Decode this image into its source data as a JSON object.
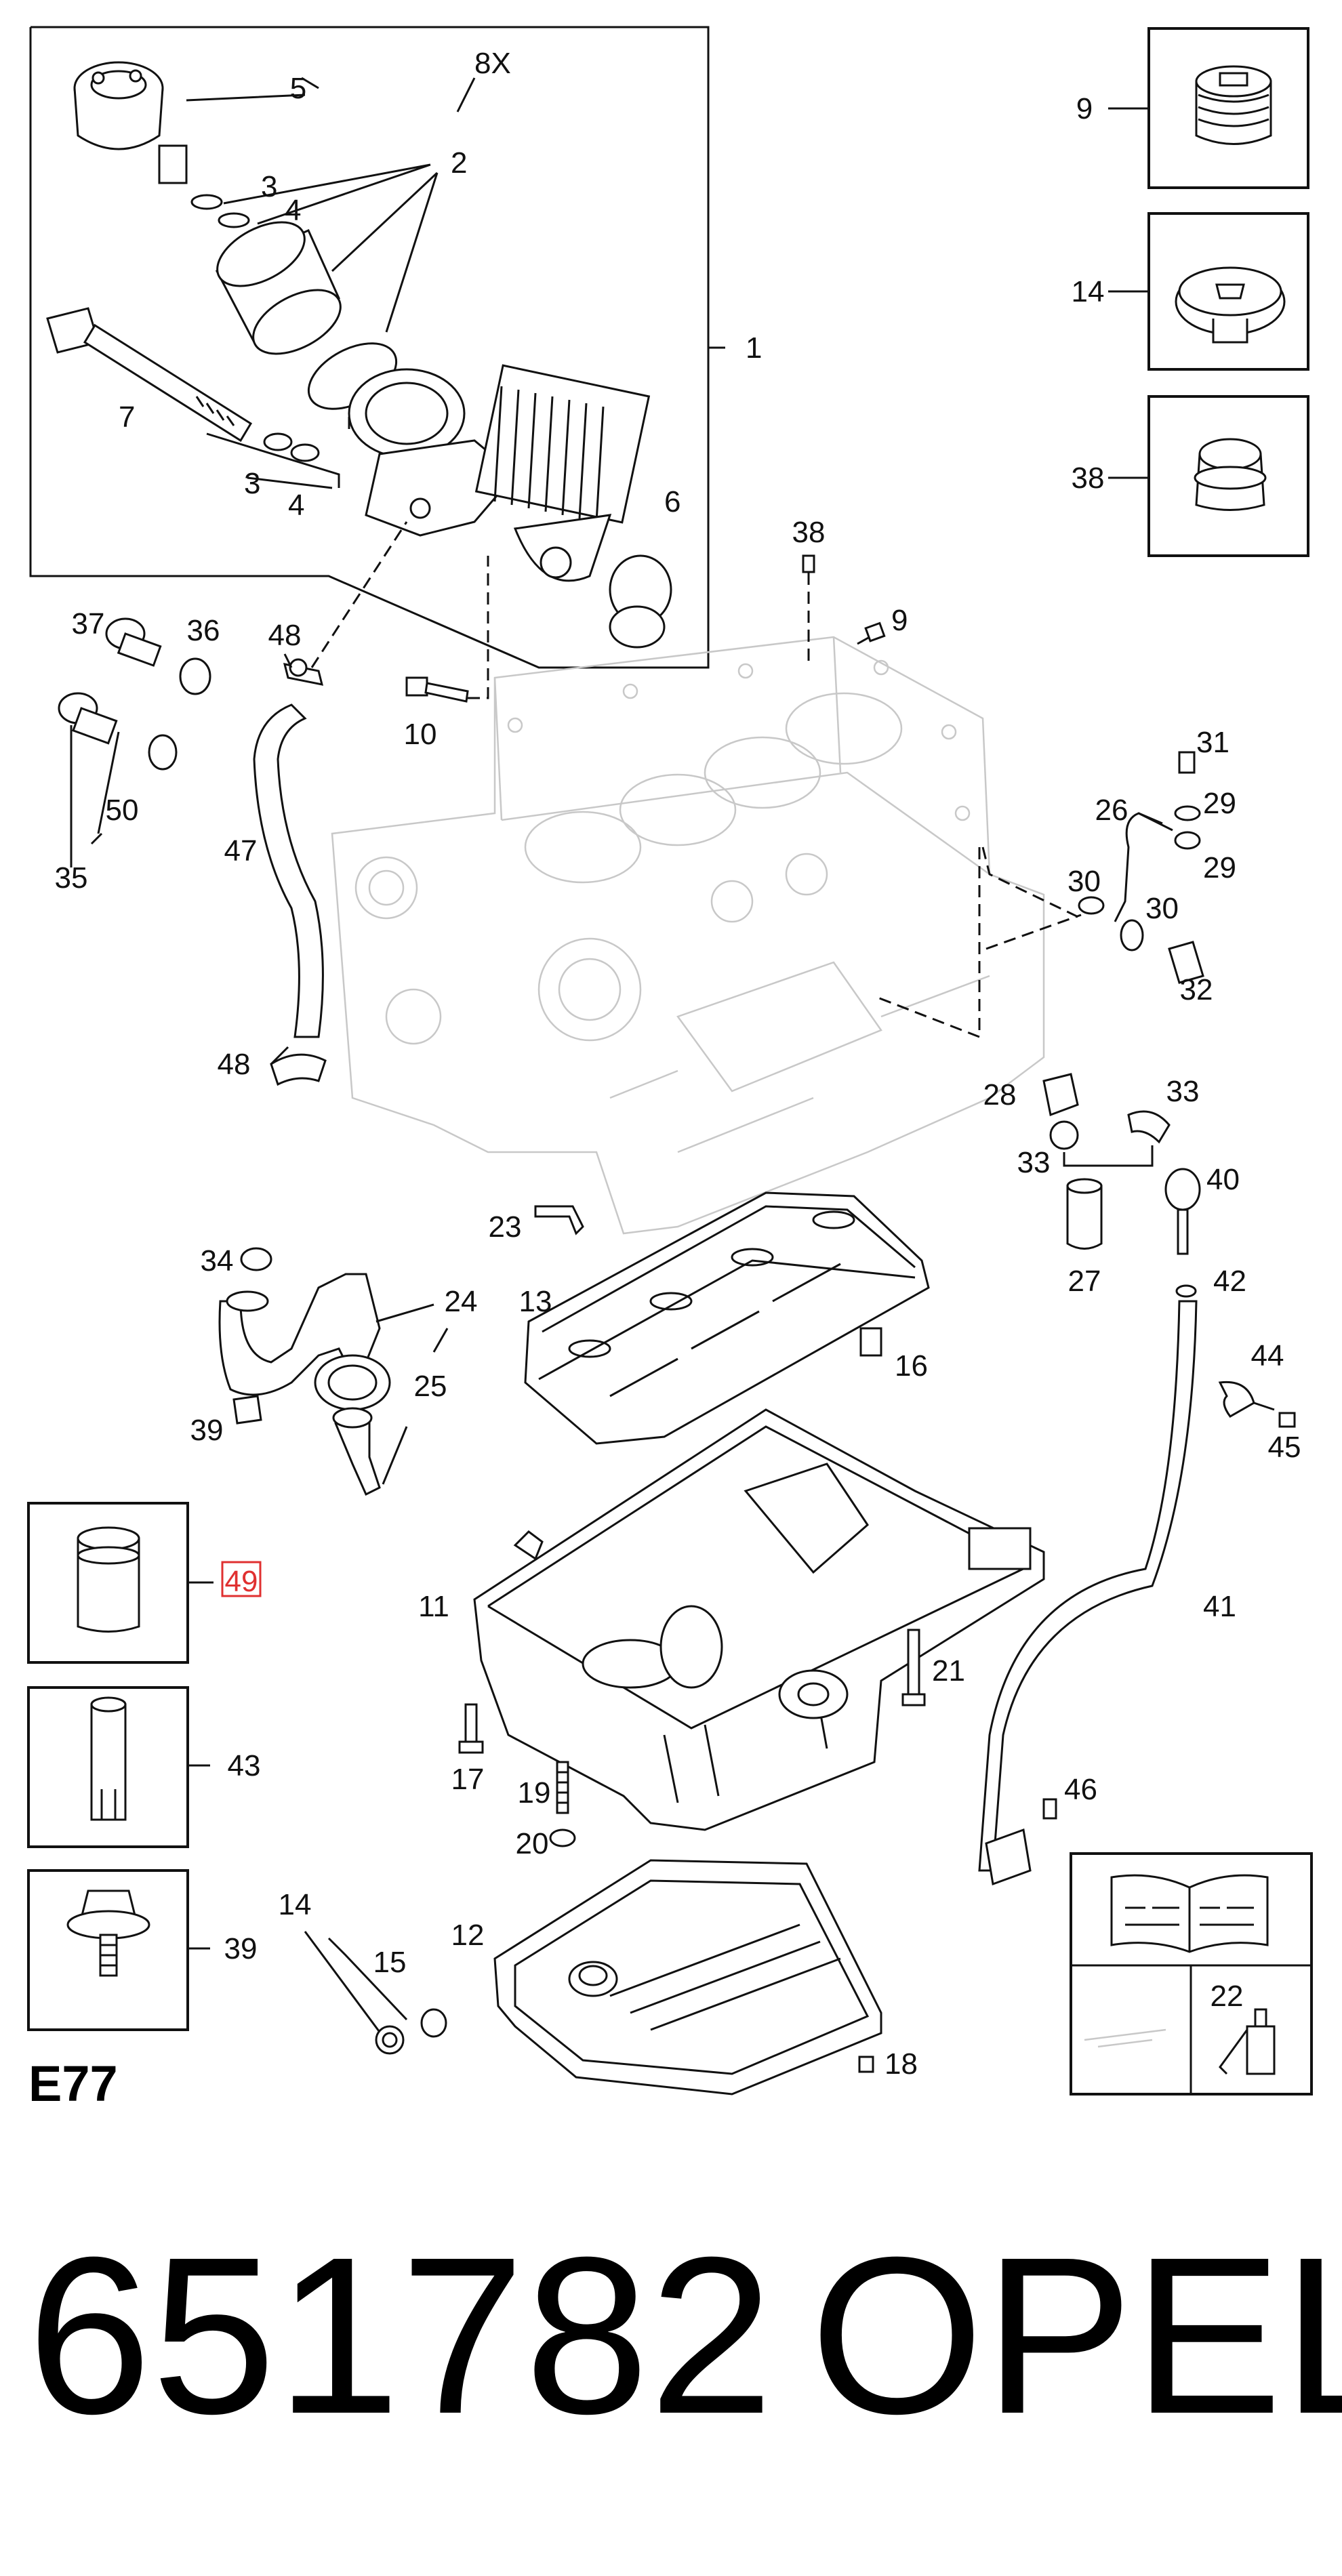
{
  "callouts": {
    "c1": "1",
    "c2": "2",
    "c3a": "3",
    "c3b": "3",
    "c4a": "4",
    "c4b": "4",
    "c5": "5",
    "c6": "6",
    "c7": "7",
    "c8x": "8X",
    "c9a": "9",
    "c9b": "9",
    "c10": "10",
    "c11": "11",
    "c12": "12",
    "c13": "13",
    "c14a": "14",
    "c14b": "14",
    "c15": "15",
    "c16": "16",
    "c17": "17",
    "c18": "18",
    "c19": "19",
    "c20": "20",
    "c21": "21",
    "c22": "22",
    "c23": "23",
    "c24": "24",
    "c25": "25",
    "c26": "26",
    "c27": "27",
    "c28": "28",
    "c29a": "29",
    "c29b": "29",
    "c30a": "30",
    "c30b": "30",
    "c31": "31",
    "c32": "32",
    "c33a": "33",
    "c33b": "33",
    "c34": "34",
    "c35": "35",
    "c36": "36",
    "c37": "37",
    "c38a": "38",
    "c38b": "38",
    "c39a": "39",
    "c39b": "39",
    "c40": "40",
    "c41": "41",
    "c42": "42",
    "c43": "43",
    "c44": "44",
    "c45": "45",
    "c46": "46",
    "c47": "47",
    "c48a": "48",
    "c48b": "48",
    "c49": "49",
    "c50": "50"
  },
  "diagram_code": "E77",
  "part_number": "651782",
  "brand": "OPEL",
  "highlight_color": "#e03030"
}
